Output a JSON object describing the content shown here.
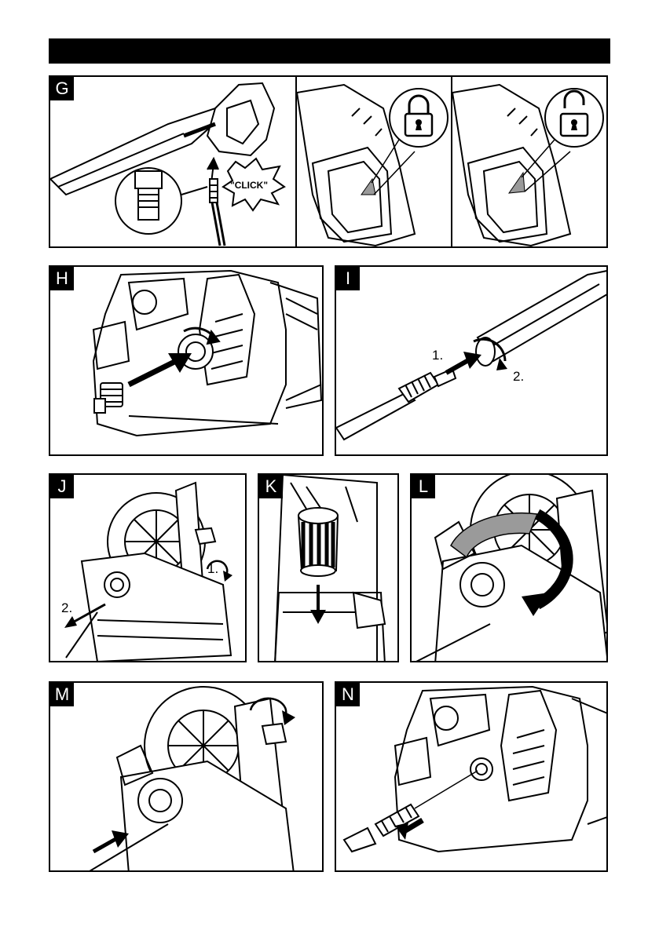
{
  "header": {
    "title": ""
  },
  "panels": {
    "g": {
      "letter": "G",
      "click": "\"CLICK\""
    },
    "g2": {
      "lock_icon": "locked-padlock-icon"
    },
    "g3": {
      "lock_icon": "unlocked-padlock-icon"
    },
    "h": {
      "letter": "H"
    },
    "i": {
      "letter": "I",
      "step1": "1.",
      "step2": "2."
    },
    "j": {
      "letter": "J",
      "step1": "1.",
      "step2": "2."
    },
    "k": {
      "letter": "K"
    },
    "l": {
      "letter": "L"
    },
    "m": {
      "letter": "M"
    },
    "n": {
      "letter": "N"
    }
  },
  "colors": {
    "ink": "#000000",
    "arrow_gray": "#9a9a9a",
    "shade": "#cfcfcf"
  }
}
